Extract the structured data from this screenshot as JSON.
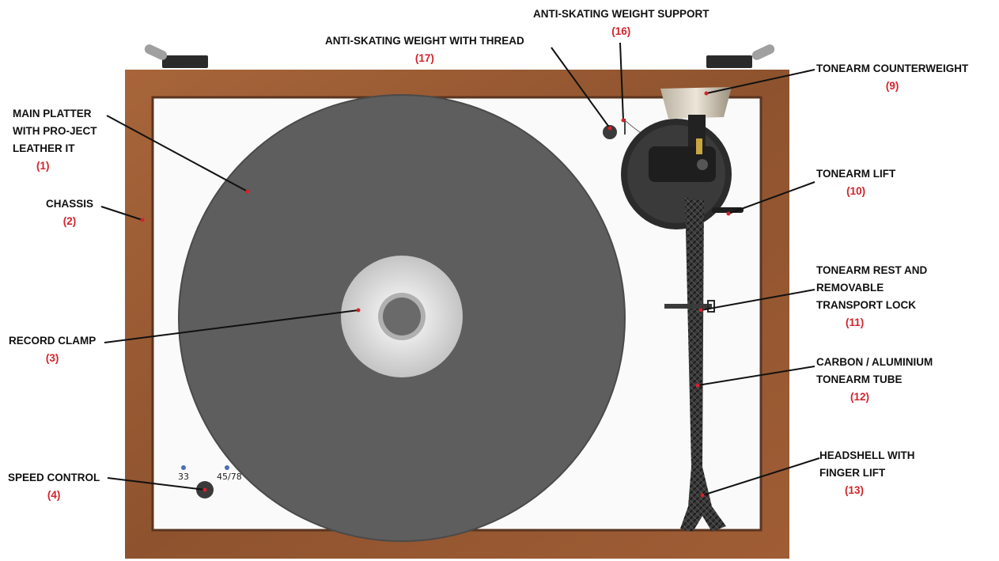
{
  "labels": {
    "main_platter": {
      "lines": [
        "MAIN PLATTER",
        "WITH PRO-JECT",
        "LEATHER IT"
      ],
      "number": "(1)"
    },
    "chassis": {
      "lines": [
        "CHASSIS"
      ],
      "number": "(2)"
    },
    "record_clamp": {
      "lines": [
        "RECORD CLAMP"
      ],
      "number": "(3)"
    },
    "speed_control": {
      "lines": [
        "SPEED CONTROL"
      ],
      "number": "(4)"
    },
    "tonearm_counterweight": {
      "lines": [
        "TONEARM COUNTERWEIGHT"
      ],
      "number": "(9)"
    },
    "tonearm_lift": {
      "lines": [
        "TONEARM LIFT"
      ],
      "number": "(10)"
    },
    "tonearm_rest": {
      "lines": [
        "TONEARM REST AND",
        "REMOVABLE",
        "TRANSPORT LOCK"
      ],
      "number": "(11)"
    },
    "tonearm_tube": {
      "lines": [
        "CARBON / ALUMINIUM",
        "TONEARM TUBE"
      ],
      "number": "(12)"
    },
    "headshell": {
      "lines": [
        "HEADSHELL WITH",
        "FINGER LIFT"
      ],
      "number": "(13)"
    },
    "antiskating_support": {
      "lines": [
        "ANTI-SKATING WEIGHT SUPPORT"
      ],
      "number": "(16)"
    },
    "antiskating_weight": {
      "lines": [
        "ANTI-SKATING WEIGHT WITH THREAD"
      ],
      "number": "(17)"
    }
  },
  "speed_marks": {
    "low": "33",
    "high": "45/78"
  },
  "colors": {
    "wood": "#9a5a32",
    "plinth_top": "#fafafa",
    "platter": "#5a5a5a",
    "clamp": "#d2d2d2",
    "leader_dot": "#d3232a",
    "number_text": "#d3232a",
    "speed_dot": "#4a6fb5",
    "carbon": "#2f2f2f"
  }
}
